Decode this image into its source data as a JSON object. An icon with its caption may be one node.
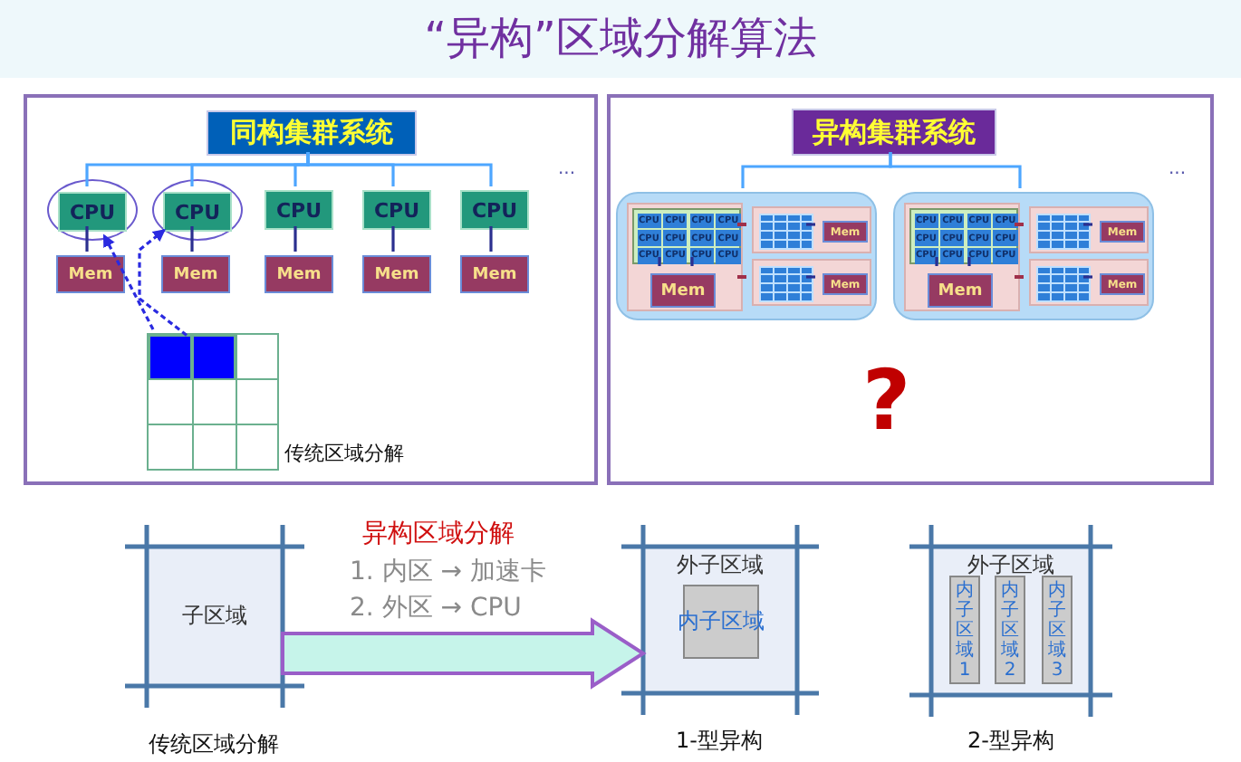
{
  "diagram": {
    "title": "“异构”区域分解算法",
    "nodes": [
      {
        "text": [],
        "shape": "box"
      },
      {
        "text": [
          "同构集群系统"
        ],
        "in": 0
      },
      {
        "text": [],
        "shape": "circle",
        "in": 0
      },
      {
        "text": [
          "CPU"
        ],
        "in": 2
      },
      {
        "text": [],
        "shape": "circle",
        "in": 0
      },
      {
        "text": [
          "CPU"
        ],
        "in": 4
      },
      {
        "text": [
          "CPU"
        ],
        "in": 0
      },
      {
        "text": [
          "CPU"
        ],
        "in": 0
      },
      {
        "text": [
          "CPU"
        ],
        "in": 0
      },
      {
        "text": [
          "Mem"
        ],
        "in": 0
      },
      {
        "text": [
          "Mem"
        ],
        "in": 0
      },
      {
        "text": [
          "Mem"
        ],
        "in": 0
      },
      {
        "text": [
          "Mem"
        ],
        "in": 0
      },
      {
        "text": [
          "Mem"
        ],
        "in": 0
      },
      {
        "text": [],
        "shape": "box",
        "in": 0,
        "beside": [
          "传统区域分解"
        ]
      },
      {
        "text": [],
        "shape": "box",
        "in": 14
      },
      {
        "text": [],
        "shape": "box",
        "in": 14
      },
      {
        "text": [],
        "shape": "box"
      },
      {
        "text": [
          "异构集群系统"
        ],
        "in": 17
      },
      {
        "text": [],
        "shape": "box",
        "in": 17
      },
      {
        "text": [],
        "shape": "box",
        "in": 19
      },
      {
        "text": [],
        "shape": "box",
        "in": 20
      },
      {
        "text": [
          "CPU"
        ],
        "in": 21
      },
      {
        "text": [
          "CPU"
        ],
        "in": 21
      },
      {
        "text": [
          "CPU"
        ],
        "in": 21
      },
      {
        "text": [
          "CPU"
        ],
        "in": 21
      },
      {
        "text": [
          "CPU"
        ],
        "in": 21
      },
      {
        "text": [
          "CPU"
        ],
        "in": 21
      },
      {
        "text": [
          "CPU"
        ],
        "in": 21
      },
      {
        "text": [
          "CPU"
        ],
        "in": 21
      },
      {
        "text": [
          "CPU"
        ],
        "in": 21
      },
      {
        "text": [
          "CPU"
        ],
        "in": 21
      },
      {
        "text": [
          "CPU"
        ],
        "in": 21
      },
      {
        "text": [
          "CPU"
        ],
        "in": 21
      },
      {
        "text": [
          "Mem"
        ],
        "in": 20
      },
      {
        "text": [],
        "shape": "box",
        "in": 19
      },
      {
        "text": [],
        "shape": "box",
        "in": 35
      },
      {
        "text": [
          "Mem"
        ],
        "in": 35
      },
      {
        "text": [],
        "shape": "box",
        "in": 19
      },
      {
        "text": [],
        "shape": "box",
        "in": 38
      },
      {
        "text": [
          "Mem"
        ],
        "in": 38
      },
      {
        "text": [],
        "shape": "box",
        "in": 17
      },
      {
        "text": [],
        "shape": "box",
        "in": 41
      },
      {
        "text": [],
        "shape": "box",
        "in": 42
      },
      {
        "text": [
          "CPU"
        ],
        "in": 43
      },
      {
        "text": [
          "CPU"
        ],
        "in": 43
      },
      {
        "text": [
          "CPU"
        ],
        "in": 43
      },
      {
        "text": [
          "CPU"
        ],
        "in": 43
      },
      {
        "text": [
          "CPU"
        ],
        "in": 43
      },
      {
        "text": [
          "CPU"
        ],
        "in": 43
      },
      {
        "text": [
          "CPU"
        ],
        "in": 43
      },
      {
        "text": [
          "CPU"
        ],
        "in": 43
      },
      {
        "text": [
          "CPU"
        ],
        "in": 43
      },
      {
        "text": [
          "CPU"
        ],
        "in": 43
      },
      {
        "text": [
          "CPU"
        ],
        "in": 43
      },
      {
        "text": [
          "CPU"
        ],
        "in": 43
      },
      {
        "text": [
          "Mem"
        ],
        "in": 42
      },
      {
        "text": [],
        "shape": "box",
        "in": 41
      },
      {
        "text": [],
        "shape": "box",
        "in": 57
      },
      {
        "text": [
          "Mem"
        ],
        "in": 57
      },
      {
        "text": [],
        "shape": "box",
        "in": 41
      },
      {
        "text": [],
        "shape": "box",
        "in": 60
      },
      {
        "text": [
          "Mem"
        ],
        "in": 60
      },
      {
        "text": [
          "子区域"
        ],
        "beside": [
          "传统区域分解"
        ]
      },
      {
        "text": [
          "外子区域"
        ],
        "beside": [
          "1-型异构"
        ]
      },
      {
        "text": [
          "内子区域"
        ],
        "in": 64
      },
      {
        "text": [
          "外子区域"
        ],
        "beside": [
          "2-型异构"
        ]
      },
      {
        "text": [
          "内子区域 1"
        ],
        "in": 66
      },
      {
        "text": [
          "内子区域 2"
        ],
        "in": 66
      },
      {
        "text": [
          "内子区域 3"
        ],
        "in": 66
      }
    ],
    "edges": [
      {
        "from": 1,
        "to": 3,
        "arrow": "none",
        "color": "#4da6ff"
      },
      {
        "from": 1,
        "to": 5,
        "arrow": "none",
        "color": "#4da6ff"
      },
      {
        "from": 1,
        "to": 6,
        "arrow": "none",
        "color": "#4da6ff"
      },
      {
        "from": 1,
        "to": 7,
        "arrow": "none",
        "color": "#4da6ff"
      },
      {
        "from": 1,
        "to": 8,
        "arrow": "none",
        "color": "#4da6ff"
      },
      {
        "from": 3,
        "to": 9,
        "arrow": "none"
      },
      {
        "from": 5,
        "to": 10,
        "arrow": "none"
      },
      {
        "from": 6,
        "to": 11,
        "arrow": "none"
      },
      {
        "from": 7,
        "to": 12,
        "arrow": "none"
      },
      {
        "from": 8,
        "to": 13,
        "arrow": "none"
      },
      {
        "from": 15,
        "to": 2,
        "arrow": "to",
        "style": "dashed",
        "color": "#2a2ae0"
      },
      {
        "from": 16,
        "to": 4,
        "arrow": "to",
        "style": "dashed",
        "color": "#2a2ae0"
      },
      {
        "from": 18,
        "to": 19,
        "arrow": "none",
        "color": "#4da6ff"
      },
      {
        "from": 18,
        "to": 41,
        "arrow": "none",
        "color": "#4da6ff"
      },
      {
        "from": 21,
        "to": 34,
        "arrow": "none"
      },
      {
        "from": 21,
        "to": 34,
        "arrow": "none"
      },
      {
        "from": 20,
        "to": 35,
        "arrow": "none",
        "color": "#a0304a"
      },
      {
        "from": 20,
        "to": 38,
        "arrow": "none",
        "color": "#a0304a"
      },
      {
        "from": 36,
        "to": 37,
        "arrow": "none"
      },
      {
        "from": 39,
        "to": 40,
        "arrow": "none"
      },
      {
        "from": 43,
        "to": 56,
        "arrow": "none"
      },
      {
        "from": 43,
        "to": 56,
        "arrow": "none"
      },
      {
        "from": 42,
        "to": 57,
        "arrow": "none",
        "color": "#a0304a"
      },
      {
        "from": 42,
        "to": 60,
        "arrow": "none",
        "color": "#a0304a"
      },
      {
        "from": 58,
        "to": 59,
        "arrow": "none"
      },
      {
        "from": 61,
        "to": 62,
        "arrow": "none"
      },
      {
        "from": 63,
        "to": 64,
        "arrow": "to",
        "label": "异构区域分解",
        "style": "thick",
        "color": "#9a5ec8"
      }
    ],
    "labels": [
      "...",
      "...",
      "?",
      "1. 内区 → 加速卡",
      "2. 外区 → CPU"
    ]
  }
}
